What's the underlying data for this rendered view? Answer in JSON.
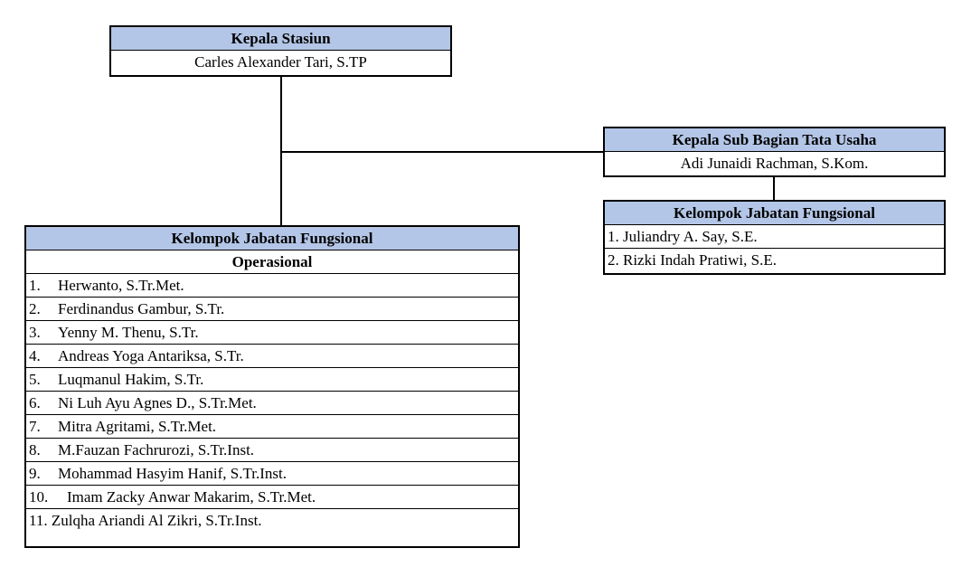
{
  "head": {
    "title": "Kepala Stasiun",
    "name": "Carles Alexander Tari, S.TP"
  },
  "admin": {
    "title": "Kepala Sub Bagian Tata Usaha",
    "name": "Adi Junaidi Rachman, S.Kom."
  },
  "admin_functional": {
    "title": "Kelompok Jabatan Fungsional",
    "members": [
      "1. Juliandry A. Say, S.E.",
      "2. Rizki Indah Pratiwi, S.E."
    ]
  },
  "functional": {
    "title": "Kelompok Jabatan Fungsional",
    "subtitle": "Operasional",
    "members": [
      {
        "no": "1.",
        "name": "Herwanto, S.Tr.Met."
      },
      {
        "no": "2.",
        "name": "Ferdinandus Gambur, S.Tr."
      },
      {
        "no": "3.",
        "name": "Yenny M. Thenu, S.Tr."
      },
      {
        "no": "4.",
        "name": "Andreas Yoga Antariksa, S.Tr."
      },
      {
        "no": "5.",
        "name": "Luqmanul Hakim, S.Tr."
      },
      {
        "no": "6.",
        "name": "Ni Luh Ayu Agnes D., S.Tr.Met."
      },
      {
        "no": "7.",
        "name": "Mitra Agritami, S.Tr.Met."
      },
      {
        "no": "8.",
        "name": "M.Fauzan Fachrurozi, S.Tr.Inst."
      },
      {
        "no": "9.",
        "name": "Mohammad Hasyim Hanif, S.Tr.Inst."
      },
      {
        "no": "10.",
        "name": "Imam Zacky Anwar Makarim, S.Tr.Met."
      },
      {
        "no": "11.",
        "name": "Zulqha Ariandi Al Zikri, S.Tr.Inst."
      }
    ]
  }
}
